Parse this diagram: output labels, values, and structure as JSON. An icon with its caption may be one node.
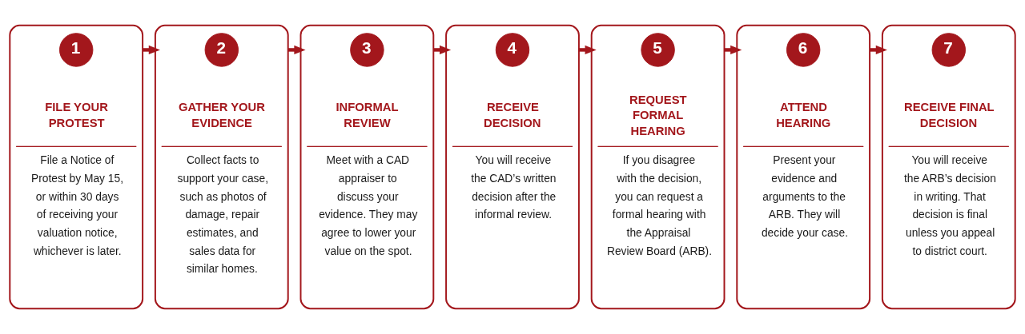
{
  "diagram": {
    "nodes": [
      {
        "text": [
          "FILE YOUR PROTEST",
          "File a Notice of Protest by May 15, or within 30 days of receiving your valuation notice, whichever is later."
        ]
      },
      {
        "text": [
          "1"
        ],
        "in": 0
      },
      {
        "text": [
          "GATHER YOUR EVIDENCE",
          "Collect facts to support your case, such as photos of damage, repair estimates, and sales data for similar homes."
        ]
      },
      {
        "text": [
          "2"
        ],
        "in": 2
      },
      {
        "text": [
          "INFORMAL REVIEW",
          "Meet with a CAD appraiser to discuss your evidence. They may agree to lower your value on the spot."
        ]
      },
      {
        "text": [
          "3"
        ],
        "in": 4
      },
      {
        "text": [
          "RECEIVE DECISION",
          "You will receive the CAD’s written decision after the informal review."
        ]
      },
      {
        "text": [
          "4"
        ],
        "in": 6
      },
      {
        "text": [
          "REQUEST FORMAL HEARING",
          "If you disagree with the decision, you can request a formal hearing with the Appraisal Review Board (ARB)."
        ]
      },
      {
        "text": [
          "5"
        ],
        "in": 8
      },
      {
        "text": [
          "ATTEND HEARING",
          "Present your evidence and arguments to the ARB. They will decide your case."
        ]
      },
      {
        "text": [
          "6"
        ],
        "in": 10
      },
      {
        "text": [
          "RECEIVE FINAL DECISION",
          "You will receive the ARB’s decision in writing. That decision is final unless you appeal to district court."
        ]
      },
      {
        "text": [
          "7"
        ],
        "in": 12
      }
    ],
    "edges": [
      {
        "from": 0,
        "to": 2,
        "arrow": "to"
      },
      {
        "from": 2,
        "to": 4,
        "arrow": "to"
      },
      {
        "from": 4,
        "to": 6,
        "arrow": "to"
      },
      {
        "from": 6,
        "to": 8,
        "arrow": "to"
      },
      {
        "from": 8,
        "to": 10,
        "arrow": "to"
      },
      {
        "from": 10,
        "to": 12,
        "arrow": "to"
      }
    ]
  }
}
